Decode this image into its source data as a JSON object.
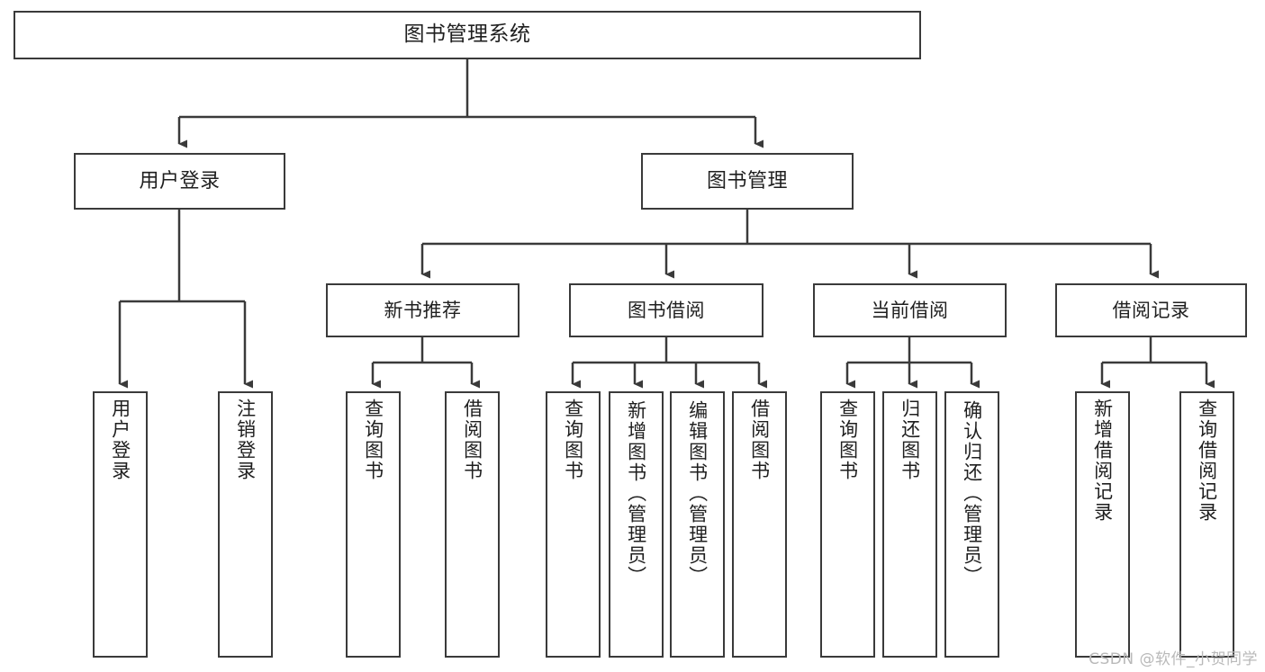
{
  "diagram": {
    "title": "图书管理系统",
    "type": "tree",
    "colors": {
      "stroke": "#3a3a3a",
      "fill": "#ffffff",
      "text": "#1f1f1f",
      "watermark": "#b9b9b9"
    },
    "root": {
      "label": "图书管理系统"
    },
    "level2": [
      {
        "label": "用户登录"
      },
      {
        "label": "图书管理"
      }
    ],
    "level3": [
      {
        "label": "新书推荐"
      },
      {
        "label": "图书借阅"
      },
      {
        "label": "当前借阅"
      },
      {
        "label": "借阅记录"
      }
    ],
    "leaves": {
      "user_login": [
        {
          "label": "用户登录"
        },
        {
          "label": "注销登录"
        }
      ],
      "new_book_recommend": [
        {
          "label": "查询图书"
        },
        {
          "label": "借阅图书"
        }
      ],
      "book_borrow": [
        {
          "label": "查询图书"
        },
        {
          "label": "新增图书（管理员）"
        },
        {
          "label": "编辑图书（管理员）"
        },
        {
          "label": "借阅图书"
        }
      ],
      "current_borrow": [
        {
          "label": "查询图书"
        },
        {
          "label": "归还图书"
        },
        {
          "label": "确认归还（管理员）"
        }
      ],
      "borrow_record": [
        {
          "label": "新增借阅记录"
        },
        {
          "label": "查询借阅记录"
        }
      ]
    }
  },
  "watermark": {
    "text": "CSDN @软件_小贺同学"
  }
}
